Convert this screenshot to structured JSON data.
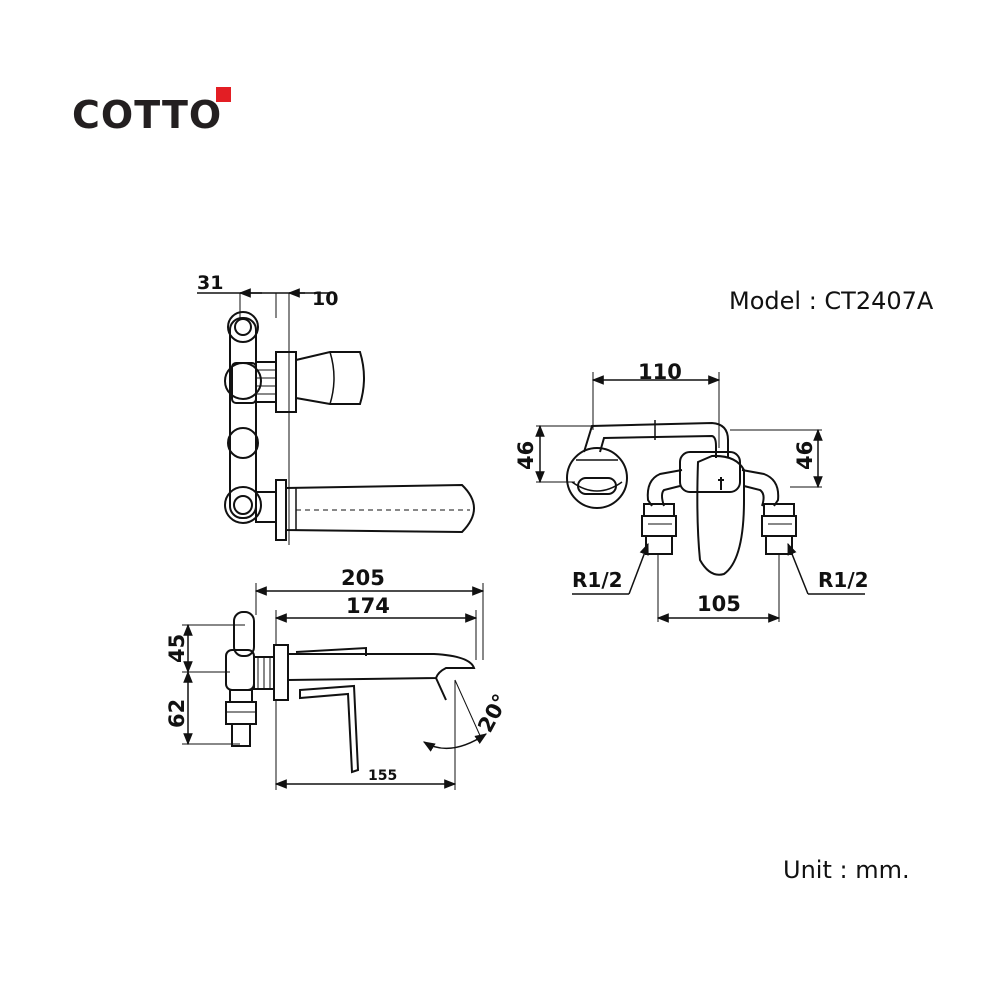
{
  "brand": {
    "name": "COTTO",
    "accent_color": "#e31e24"
  },
  "model_label": "Model : CT2407A",
  "unit_label": "Unit : mm.",
  "dimensions": {
    "top_view_offset": "31",
    "top_view_wall": "10",
    "front_width": "110",
    "front_left_height": "46",
    "front_right_height": "46",
    "inlet_left": "R1/2",
    "inlet_right": "R1/2",
    "inlet_spacing": "105",
    "side_total_length": "205",
    "side_spout_length": "174",
    "side_upper_height": "45",
    "side_lower_height": "62",
    "side_base_length": "155",
    "spout_angle": "20°"
  }
}
